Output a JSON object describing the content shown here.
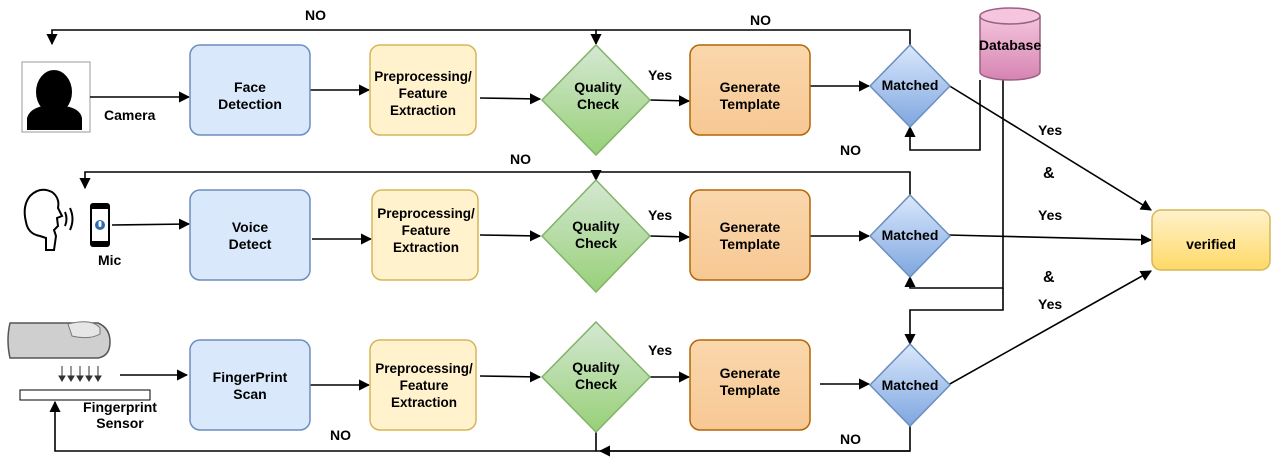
{
  "rows": [
    {
      "input_label": "Camera",
      "step1": [
        "Face",
        "Detection"
      ],
      "step2": [
        "Preprocessing/",
        "Feature",
        "Extraction"
      ],
      "step3": [
        "Quality",
        "Check"
      ],
      "step3_yes": "Yes",
      "step4": [
        "Generate",
        "Template"
      ],
      "step5": "Matched",
      "fail_label_left": "NO",
      "fail_label_right": "NO",
      "pass_label": "Yes"
    },
    {
      "input_label": "Mic",
      "step1": [
        "Voice",
        "Detect"
      ],
      "step2": [
        "Preprocessing/",
        "Feature",
        "Extraction"
      ],
      "step3": [
        "Quality",
        "Check"
      ],
      "step3_yes": "Yes",
      "step4": [
        "Generate",
        "Template"
      ],
      "step5": "Matched",
      "fail_label_left": "NO",
      "fail_label_right": "NO",
      "pass_label": "Yes"
    },
    {
      "input_label": [
        "Fingerprint",
        "Sensor"
      ],
      "step1": [
        "FingerPrint",
        "Scan"
      ],
      "step2": [
        "Preprocessing/",
        "Feature",
        "Extraction"
      ],
      "step3": [
        "Quality",
        "Check"
      ],
      "step3_yes": "Yes",
      "step4": [
        "Generate",
        "Template"
      ],
      "step5": "Matched",
      "fail_label_left": "NO",
      "fail_label_right": "NO",
      "pass_label": "Yes"
    }
  ],
  "database_label": "Database",
  "result_label": "verified",
  "join_labels": [
    "&",
    "&"
  ],
  "icons": [
    "face-silhouette-icon",
    "speaking-head-icon",
    "microphone-phone-icon",
    "finger-icon",
    "scan-arrows-icon"
  ],
  "colors": {
    "detect_fill": "#dae8fc",
    "detect_stroke": "#6c8ebf",
    "prep_fill": "#fff2cc",
    "prep_stroke": "#d6b656",
    "quality_fill": "#b9e0a5",
    "quality_stroke": "#82b366",
    "template_fill": "#fad7ac",
    "template_stroke": "#b46504",
    "match_fill": "#a9c4eb",
    "match_stroke": "#6c8ebf",
    "db_fill": "#e6a0c4",
    "db_stroke": "#996185",
    "verified_fill": "#fff2a8",
    "verified_stroke": "#d6b656"
  }
}
